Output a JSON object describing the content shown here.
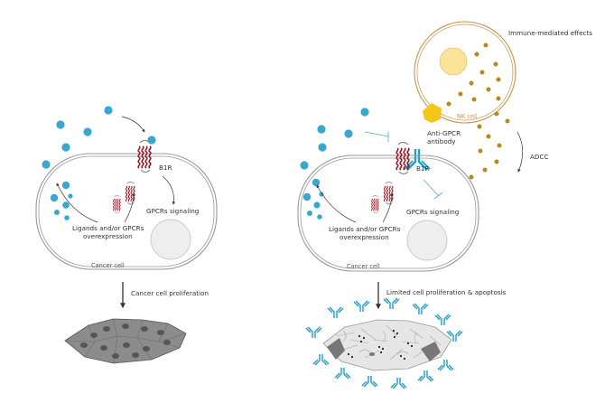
{
  "colors": {
    "ligand": "#3aa7cf",
    "nk_outline": "#c8964a",
    "nk_nucleus": "#fbe39a",
    "granule": "#b8891a",
    "antibody": "#1f9ec4",
    "antigen_tag": "#f5c518",
    "receptor": "#a11d2b",
    "tumor_fill": "#8c8c8c",
    "tumor_dark_cell": "#555555"
  },
  "left_panel": {
    "receptor_label": "B1R",
    "signaling_label": "GPCRs signaling",
    "overexpression_label_1": "Ligands and/or GPCRs",
    "overexpression_label_2": "overexpression",
    "cell_label": "Cancer cell",
    "outcome_label": "Cancer cell proliferation"
  },
  "right_panel": {
    "top_label": "Immune-mediated effects",
    "nk_label": "NK cell",
    "antibody_label_1": "Anti-GPCR",
    "antibody_label_2": "antibody",
    "adcc_label": "ADCC",
    "receptor_label": "B1R",
    "signaling_label": "GPCRs signaling",
    "overexpression_label_1": "Ligands and/or GPCRs",
    "overexpression_label_2": "overexpression",
    "cell_label": "Cancer cell",
    "outcome_label": "Limited cell proliferation & apoptosis"
  }
}
